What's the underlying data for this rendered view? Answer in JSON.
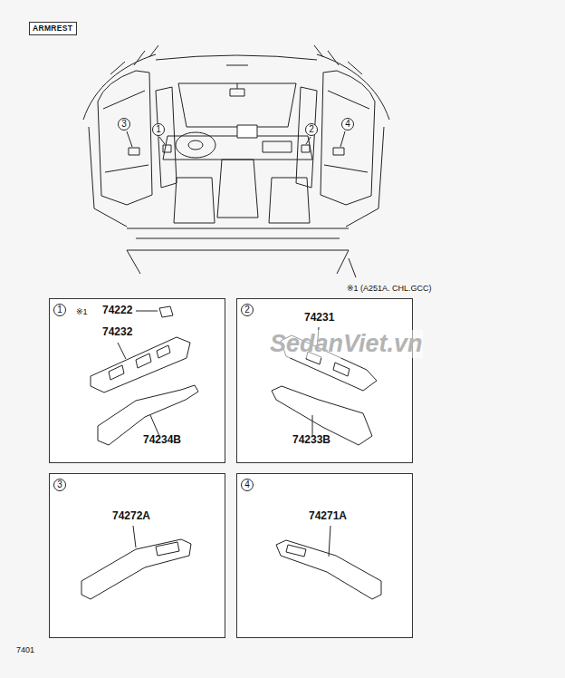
{
  "diagram": {
    "nodes": [
      {
        "text": [
          "ARMREST"
        ]
      },
      {
        "text": [
          "3"
        ]
      },
      {
        "text": [
          "1"
        ]
      },
      {
        "text": [
          "2"
        ]
      },
      {
        "text": [
          "4"
        ]
      },
      {
        "text": [
          "※1",
          "74222",
          "74232",
          "74234B"
        ]
      },
      {
        "text": [
          "1"
        ],
        "in": 5
      },
      {
        "text": [
          "74231",
          "74233B"
        ]
      },
      {
        "text": [
          "2"
        ],
        "in": 7
      },
      {
        "text": [
          "74272A"
        ]
      },
      {
        "text": [
          "3"
        ],
        "in": 9
      },
      {
        "text": [
          "74271A"
        ]
      },
      {
        "text": [
          "4"
        ],
        "in": 11
      }
    ],
    "labels": [
      "※1 (A251A. CHL.GCC)",
      "SedanViet.vn",
      "7401"
    ]
  }
}
